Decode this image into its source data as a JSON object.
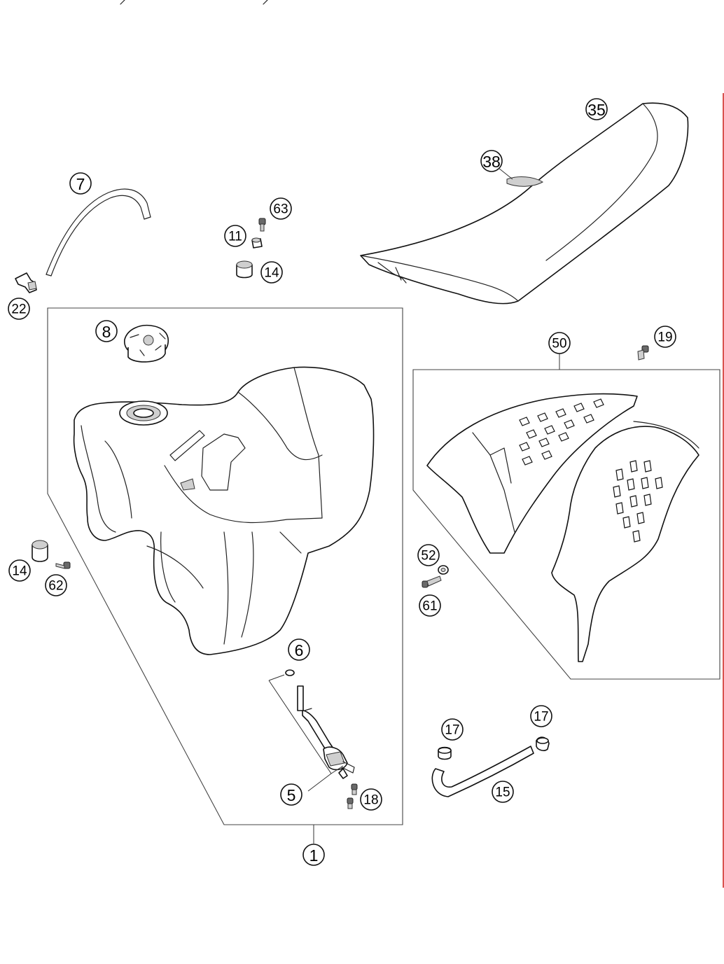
{
  "diagram": {
    "accent_color": "#d9534f",
    "callouts": [
      {
        "id": "p35",
        "label": "35"
      },
      {
        "id": "p38",
        "label": "38"
      },
      {
        "id": "p7",
        "label": "7"
      },
      {
        "id": "p63",
        "label": "63"
      },
      {
        "id": "p11",
        "label": "11"
      },
      {
        "id": "p14a",
        "label": "14"
      },
      {
        "id": "p22",
        "label": "22"
      },
      {
        "id": "p8",
        "label": "8"
      },
      {
        "id": "p50",
        "label": "50"
      },
      {
        "id": "p19",
        "label": "19"
      },
      {
        "id": "p14b",
        "label": "14"
      },
      {
        "id": "p62",
        "label": "62"
      },
      {
        "id": "p52",
        "label": "52"
      },
      {
        "id": "p61",
        "label": "61"
      },
      {
        "id": "p6",
        "label": "6"
      },
      {
        "id": "p17a",
        "label": "17"
      },
      {
        "id": "p17b",
        "label": "17"
      },
      {
        "id": "p5",
        "label": "5"
      },
      {
        "id": "p18",
        "label": "18"
      },
      {
        "id": "p15",
        "label": "15"
      },
      {
        "id": "p1",
        "label": "1"
      }
    ]
  }
}
